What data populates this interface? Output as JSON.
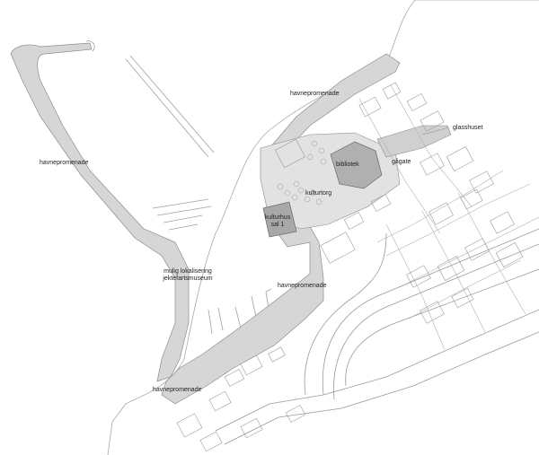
{
  "labels": {
    "havnepromenade_top": "havnepromenade",
    "havnepromenade_left": "havnepromenade",
    "havnepromenade_mid": "havnepromenade",
    "havnepromenade_bottom": "havnepromenade",
    "glasshuset": "glasshuset",
    "gagate": "gågate",
    "bibliotek": "bibliotek",
    "kulturtorg": "kulturtorg",
    "kulturhus_line1": "kulturhus",
    "kulturhus_line2": "sal 1",
    "museum_line1": "mulig lokalisering",
    "museum_line2": "jektefartsmuseum"
  },
  "colors": {
    "promenade_fill": "#d6d6d6",
    "culture_fill": "#c8c8c8",
    "line": "#9a9a9a",
    "building": "#b5b5b5",
    "background": "#ffffff"
  }
}
